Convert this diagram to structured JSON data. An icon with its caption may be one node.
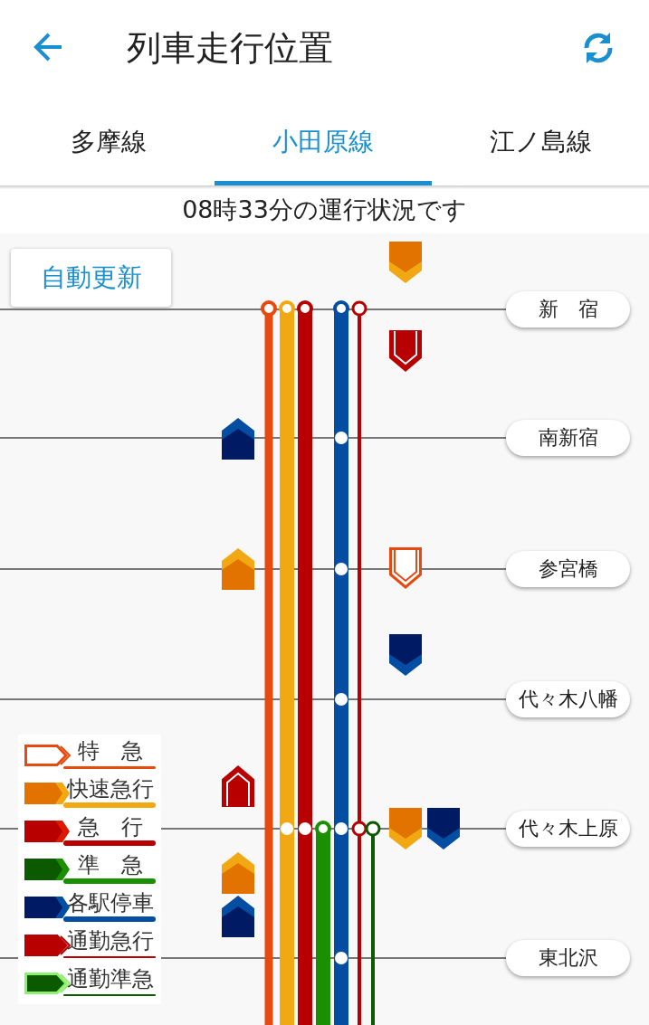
{
  "diagram": {
    "title": "列車走行位置",
    "nodes": [
      {
        "text": [
          "新　宿"
        ]
      },
      {
        "text": [
          "南新宿"
        ]
      },
      {
        "text": [
          "参宮橋"
        ]
      },
      {
        "text": [
          "代々木八幡"
        ]
      },
      {
        "text": [
          "代々木上原"
        ]
      },
      {
        "text": [
          "東北沢"
        ]
      }
    ],
    "labels": [
      "多摩線",
      "小田原線",
      "江ノ島線",
      "08時33分の運行状況です",
      "自動更新"
    ],
    "legend": [
      {
        "text": "特　急"
      },
      {
        "text": "快速急行"
      },
      {
        "text": "急　行"
      },
      {
        "text": "準　急"
      },
      {
        "text": "各駅停車"
      },
      {
        "text": "通勤急行"
      },
      {
        "text": "通勤準急"
      }
    ]
  }
}
